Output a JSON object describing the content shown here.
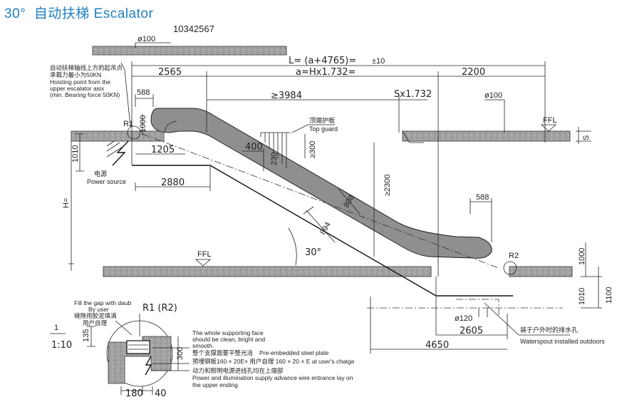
{
  "header": {
    "angle": "30°",
    "title_cn": "自动扶梯",
    "title_en": "Escalator",
    "code": "10342567"
  },
  "colors": {
    "title": "#1f7fc3",
    "concrete": "#9a9a9a",
    "handrail": "#8f8f8f",
    "line": "#222222"
  },
  "dimensions": {
    "top_hole": "ø100",
    "total_length": "L= (a+4765)=",
    "tolerance": "±10",
    "a_value": "a=Hx1.732=",
    "upper_2565": "2565",
    "lower_2200": "2200",
    "d588_top": "588",
    "d3984": "≥3984",
    "s1732": "Sx1.732",
    "hole_right": "ø100",
    "d1000_left": "1000",
    "d1010_left": "1010",
    "d1205": "1205",
    "d400": "400",
    "d230": "230",
    "d300_top": "≥300",
    "d2880": "2880",
    "d2300": "≥2300",
    "d808": "808",
    "d894": "894",
    "d588_right": "588",
    "angle_label": "30°",
    "h_label": "H=",
    "d1000_right": "1000",
    "d1010_right": "1010",
    "d1100": "1100",
    "d120": "ø120",
    "d2605": "2605",
    "d4650": "4650",
    "r1_top": "R1",
    "r2": "R2",
    "s_label": "S",
    "ffl_top": "FFL",
    "ffl_bottom": "FFL"
  },
  "labels": {
    "hoist_cn_1": "自动扶梯轴线上方的起吊点",
    "hoist_cn_2": "承载力最小为50KN",
    "hoist_en_1": "Hoisting point from the",
    "hoist_en_2": "upper escalator asix",
    "hoist_en_3": "(min. Bearing force 50KN)",
    "top_guard_cn": "顶端护板",
    "top_guard_en": "Top guard",
    "power_cn": "电源",
    "power_en": "Power source",
    "water_cn": "装于户外时的排水孔",
    "water_en": "Waterspout installed outdoors"
  },
  "detail": {
    "fill_en": "Fill the gap with daub",
    "by_user": "By user",
    "fill_cn": "缝隙用胶泥填满",
    "user_cn": "用户自理",
    "r1": "R1 (R2)",
    "scale_num": "1",
    "scale_den": "1:10",
    "d135": "135",
    "d300": "300",
    "d180": "180",
    "d40": "40",
    "face_en_1": "The whole supporting face",
    "face_en_2": "should be clean, bright and",
    "face_en_3": "smooth.",
    "face_cn": "整个支撑面要平整光洁",
    "plate_en": "Pre-embedded steel plate",
    "plate_cn": "预埋钢板160 × 20E× 用户自理 160 × 20 × E at user's chatge",
    "wire_cn": "动力和照明电源进线孔均在上端部",
    "wire_en_1": "Power and illumination supply advance wire entrance lay on",
    "wire_en_2": "the upper ending"
  }
}
